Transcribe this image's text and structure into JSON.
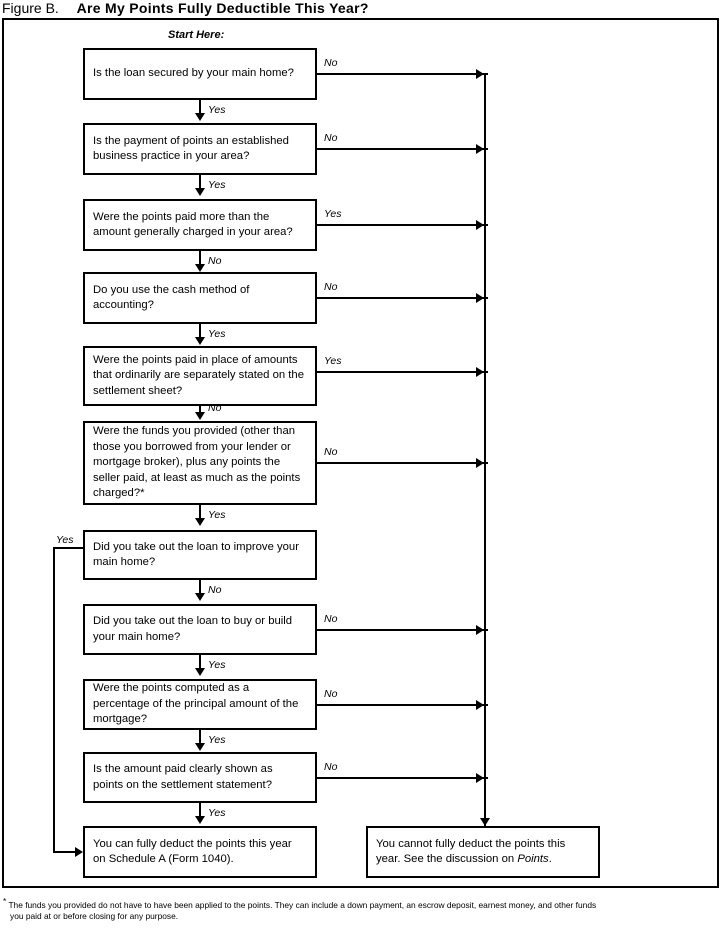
{
  "figure": {
    "label": "Figure B.",
    "heading": "Are My Points Fully Deductible This Year?",
    "start_label": "Start Here:"
  },
  "chart_data": {
    "type": "diagram",
    "title": "Figure B. Are My Points Fully Deductible This Year?",
    "diagram_kind": "decision-flowchart",
    "nodes": [
      {
        "id": "q1",
        "kind": "decision",
        "text": "Is the loan secured by your main home?"
      },
      {
        "id": "q2",
        "kind": "decision",
        "text": "Is the payment of points an established business practice in your area?"
      },
      {
        "id": "q3",
        "kind": "decision",
        "text": "Were the points paid more than the amount generally charged in your area?"
      },
      {
        "id": "q4",
        "kind": "decision",
        "text": "Do you use the cash method of accounting?"
      },
      {
        "id": "q5",
        "kind": "decision",
        "text": "Were the points paid in place of amounts that ordinarily are separately stated on the settlement sheet?"
      },
      {
        "id": "q6",
        "kind": "decision",
        "text": "Were the funds you provided (other than those you borrowed from your lender or mortgage broker), plus any points the seller paid, at least as much as the points charged?*"
      },
      {
        "id": "q7",
        "kind": "decision",
        "text": "Did you take out the loan to improve your main home?"
      },
      {
        "id": "q8",
        "kind": "decision",
        "text": "Did you take out the loan to buy or build your main home?"
      },
      {
        "id": "q9",
        "kind": "decision",
        "text": "Were the points computed as a percentage of the principal amount of the mortgage?"
      },
      {
        "id": "q10",
        "kind": "decision",
        "text": "Is the amount paid clearly shown as points on the settlement statement?"
      },
      {
        "id": "yes_end",
        "kind": "terminal",
        "text": "You can fully deduct the points this year on Schedule A (Form 1040)."
      },
      {
        "id": "no_end",
        "kind": "terminal",
        "text": "You cannot fully deduct the points this year. See the discussion on Points."
      }
    ],
    "edges": [
      {
        "from": "q1",
        "to": "q2",
        "label": "Yes"
      },
      {
        "from": "q1",
        "to": "no_end",
        "label": "No"
      },
      {
        "from": "q2",
        "to": "q3",
        "label": "Yes"
      },
      {
        "from": "q2",
        "to": "no_end",
        "label": "No"
      },
      {
        "from": "q3",
        "to": "q4",
        "label": "No"
      },
      {
        "from": "q3",
        "to": "no_end",
        "label": "Yes"
      },
      {
        "from": "q4",
        "to": "q5",
        "label": "Yes"
      },
      {
        "from": "q4",
        "to": "no_end",
        "label": "No"
      },
      {
        "from": "q5",
        "to": "q6",
        "label": "No"
      },
      {
        "from": "q5",
        "to": "no_end",
        "label": "Yes"
      },
      {
        "from": "q6",
        "to": "q7",
        "label": "Yes"
      },
      {
        "from": "q6",
        "to": "no_end",
        "label": "No"
      },
      {
        "from": "q7",
        "to": "yes_end",
        "label": "Yes"
      },
      {
        "from": "q7",
        "to": "q8",
        "label": "No"
      },
      {
        "from": "q8",
        "to": "q9",
        "label": "Yes"
      },
      {
        "from": "q8",
        "to": "no_end",
        "label": "No"
      },
      {
        "from": "q9",
        "to": "q10",
        "label": "Yes"
      },
      {
        "from": "q9",
        "to": "no_end",
        "label": "No"
      },
      {
        "from": "q10",
        "to": "yes_end",
        "label": "Yes"
      },
      {
        "from": "q10",
        "to": "no_end",
        "label": "No"
      }
    ]
  },
  "boxes": {
    "q1": {
      "line1": "Is the loan secured by your main home?"
    },
    "q2": {
      "line1": "Is the payment of points an established",
      "line2": "business practice in your area?"
    },
    "q3": {
      "line1": "Were the points paid more than the",
      "line2": "amount generally charged in your area?"
    },
    "q4": {
      "line1": "Do you use the cash method of",
      "line2": "accounting?"
    },
    "q5": {
      "line1": "Were the points paid in place of amounts",
      "line2": "that ordinarily are separately stated on the",
      "line3": "settlement sheet?"
    },
    "q6": {
      "line1": "Were the funds you provided (other than",
      "line2": "those you borrowed from your lender or",
      "line3": "mortgage broker), plus any points the",
      "line4": "seller paid, at least as much as the points",
      "line5": "charged?*"
    },
    "q7": {
      "line1": "Did you take out the loan to improve your",
      "line2": "main home?"
    },
    "q8": {
      "line1": "Did you take out the loan to buy or build",
      "line2": "your main home?"
    },
    "q9": {
      "line1": "Were the points computed as a",
      "line2": "percentage of the principal amount of the",
      "line3": "mortgage?"
    },
    "q10": {
      "line1": "Is the amount paid clearly shown as",
      "line2": "points on the settlement statement?"
    },
    "yes_end": {
      "line1": "You can fully deduct the points this year",
      "line2": "on Schedule A (Form 1040)."
    },
    "no_end": {
      "line1": "You cannot fully deduct the points this",
      "line2a": "year. See the discussion on ",
      "line2_italic": "Points",
      "line2b": "."
    }
  },
  "labels": {
    "yes": "Yes",
    "no": "No"
  },
  "branch_labels": {
    "q1_down": "Yes",
    "q1_right": "No",
    "q2_down": "Yes",
    "q2_right": "No",
    "q3_down": "No",
    "q3_right": "Yes",
    "q4_down": "Yes",
    "q4_right": "No",
    "q5_down": "No",
    "q5_right": "Yes",
    "q6_down": "Yes",
    "q6_right": "No",
    "q7_down": "No",
    "q7_left": "Yes",
    "q8_down": "Yes",
    "q8_right": "No",
    "q9_down": "Yes",
    "q9_right": "No",
    "q10_down": "Yes",
    "q10_right": "No"
  },
  "footnote": {
    "mark": "*",
    "line1": " The funds you provided do not have to have been applied to the points. They can include a down payment, an escrow deposit, earnest money, and other funds",
    "line2": "you paid at or before closing for any purpose."
  },
  "colors": {
    "ink": "#000000",
    "paper": "#ffffff"
  }
}
